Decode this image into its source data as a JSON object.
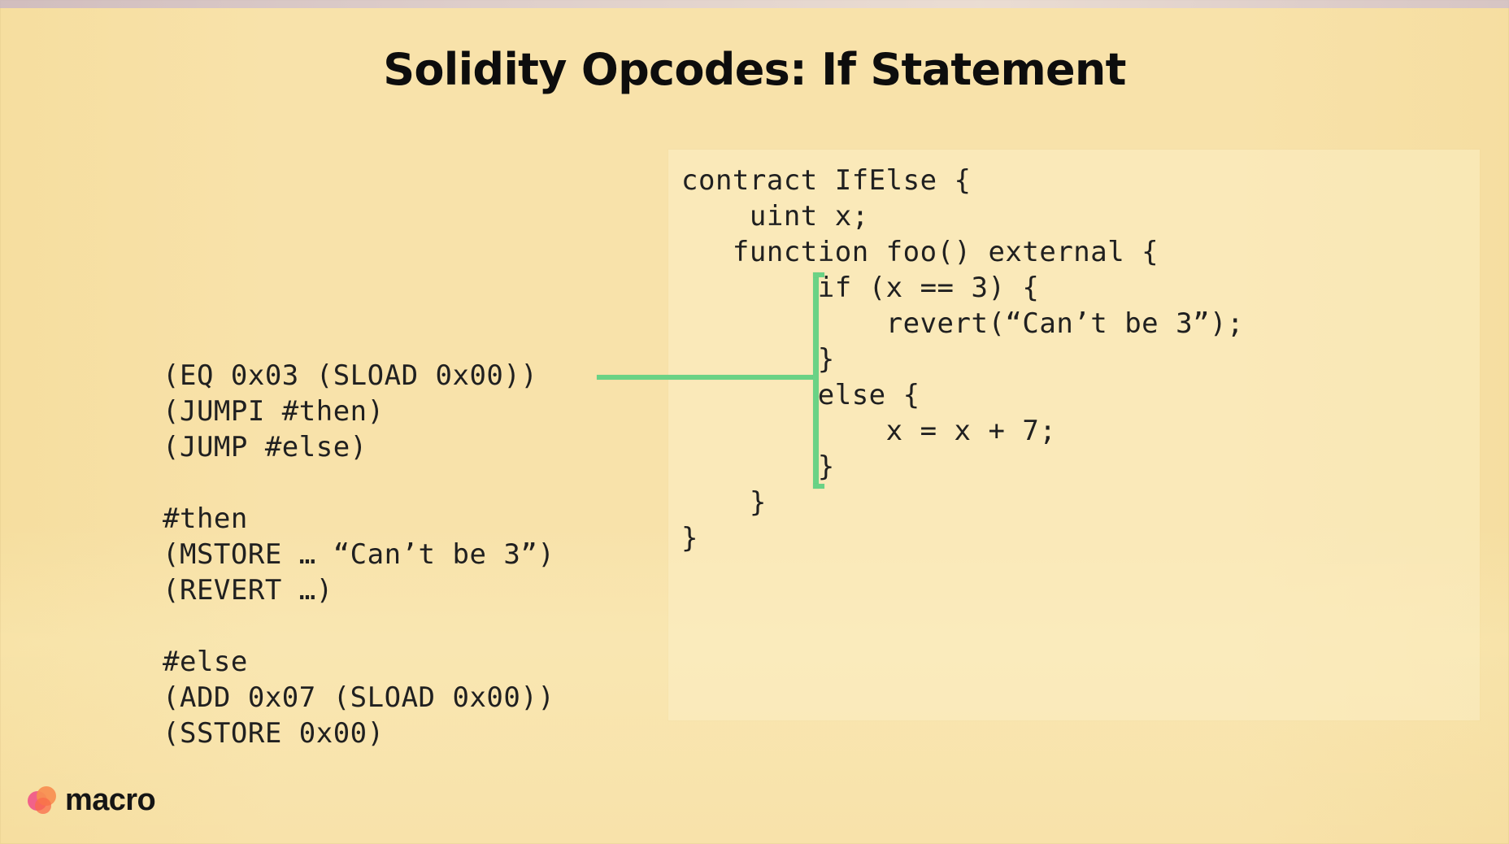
{
  "slide": {
    "title": "Solidity Opcodes: If Statement",
    "colors": {
      "background": "#f8e2aa",
      "panel": "#fbeec4",
      "bracket": "#6ad285",
      "text": "#202020",
      "title": "#0d0d0d"
    },
    "solidity_code": "contract IfElse {\n    uint x;\n   function foo() external {\n        if (x == 3) {\n            revert(“Can’t be 3”);\n        }\n        else {\n            x = x + 7;\n        }\n    }\n}",
    "assembly_code": "(EQ 0x03 (SLOAD 0x00))\n(JUMPI #then)\n(JUMP #else)\n\n#then\n(MSTORE … “Can’t be 3”)\n(REVERT …)\n\n#else\n(ADD 0x07 (SLOAD 0x00))\n(SSTORE 0x00)"
  },
  "branding": {
    "logo_text": "macro",
    "logo_icon": "macro-logo-icon"
  }
}
